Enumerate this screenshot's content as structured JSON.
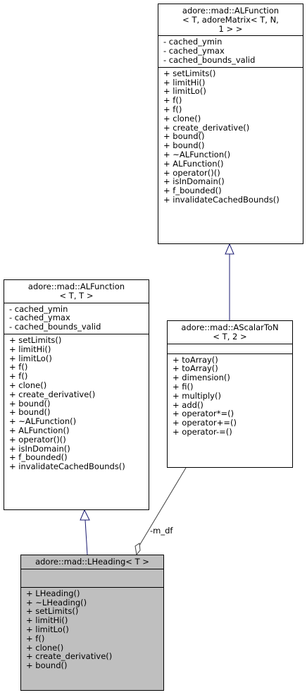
{
  "classes": {
    "alfunction_matrix": {
      "title_lines": [
        "adore::mad::ALFunction",
        "< T, adoreMatrix< T, N,",
        "1 > >"
      ],
      "attributes": [
        "- cached_ymin",
        "- cached_ymax",
        "- cached_bounds_valid"
      ],
      "methods": [
        "+ setLimits()",
        "+ limitHi()",
        "+ limitLo()",
        "+ f()",
        "+ f()",
        "+ clone()",
        "+ create_derivative()",
        "+ bound()",
        "+ bound()",
        "+ ~ALFunction()",
        "+ ALFunction()",
        "+ operator()()",
        "+ isInDomain()",
        "+ f_bounded()",
        "+ invalidateCachedBounds()"
      ]
    },
    "alfunction_tt": {
      "title_lines": [
        "adore::mad::ALFunction",
        "< T, T >"
      ],
      "attributes": [
        "- cached_ymin",
        "- cached_ymax",
        "- cached_bounds_valid"
      ],
      "methods": [
        "+ setLimits()",
        "+ limitHi()",
        "+ limitLo()",
        "+ f()",
        "+ f()",
        "+ clone()",
        "+ create_derivative()",
        "+ bound()",
        "+ bound()",
        "+ ~ALFunction()",
        "+ ALFunction()",
        "+ operator()()",
        "+ isInDomain()",
        "+ f_bounded()",
        "+ invalidateCachedBounds()"
      ]
    },
    "ascalartoN": {
      "title_lines": [
        "adore::mad::AScalarToN",
        "< T, 2 >"
      ],
      "attributes": [],
      "methods": [
        "+ toArray()",
        "+ toArray()",
        "+ dimension()",
        "+ fi()",
        "+ multiply()",
        "+ add()",
        "+ operator*=()",
        "+ operator+=()",
        "+ operator-=()"
      ]
    },
    "lheading": {
      "title_lines": [
        "adore::mad::LHeading< T >"
      ],
      "attributes": [],
      "methods": [
        "+ LHeading()",
        "+ ~LHeading()",
        "+ setLimits()",
        "+ limitHi()",
        "+ limitLo()",
        "+ f()",
        "+ clone()",
        "+ create_derivative()",
        "+ bound()"
      ]
    }
  },
  "edges": {
    "aggregation_label": "-m_df"
  },
  "colors": {
    "inheritance_edge": "#191970",
    "aggregation_edge": "#404040",
    "highlight_fill": "#bfbfbf"
  }
}
